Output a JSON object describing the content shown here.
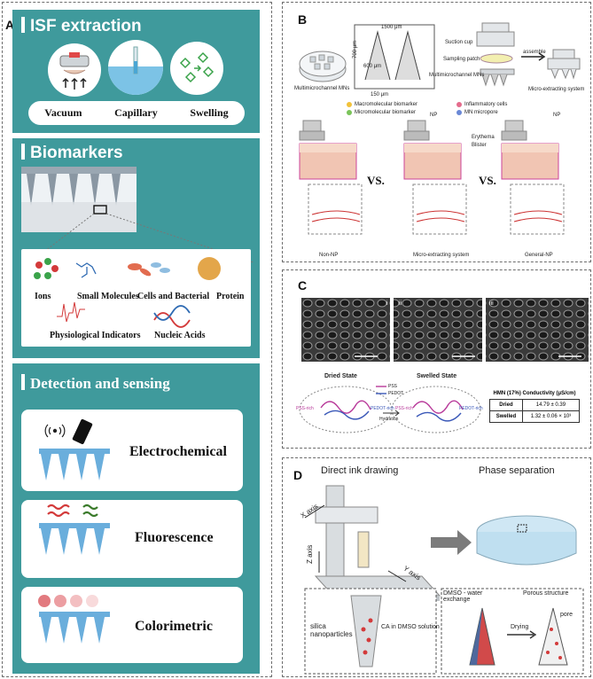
{
  "panelA": {
    "letter": "A",
    "isf": {
      "title": "ISF extraction",
      "methods": [
        "Vacuum",
        "Capillary",
        "Swelling"
      ]
    },
    "biomarkers": {
      "title": "Biomarkers",
      "items": [
        "Ions",
        "Small Molecules",
        "Cells and Bacterial",
        "Protein",
        "Physiological Indicators",
        "Nucleic Acids"
      ]
    },
    "detection": {
      "title": "Detection and sensing",
      "methods": [
        "Electrochemical",
        "Fluorescence",
        "Colorimetric"
      ]
    }
  },
  "panelB": {
    "letter": "B",
    "dims": [
      "1500 μm",
      "700 μm",
      "600 μm",
      "150 μm"
    ],
    "labels": {
      "mn": "Multimicrochannel MNs",
      "suction": "Suction cup",
      "patch": "Sampling patch",
      "mn2": "Multimicrochannel MNs",
      "assemble": "assemble",
      "system": "Micro-extracting system"
    },
    "legend": [
      "Macromolecular biomarker",
      "Micromolecular biomarker",
      "Inflammatory cells",
      "MN micropore",
      "Erythema",
      "Blister"
    ],
    "np": "NP",
    "vs": "VS.",
    "captions": [
      "Non-NP",
      "Micro-extracting system",
      "General-NP"
    ]
  },
  "panelC": {
    "letter": "C",
    "sem": [
      "i",
      "ii",
      "iii"
    ],
    "states": [
      "Dried State",
      "Swelled State"
    ],
    "mol": [
      "PSS",
      "PEDOT"
    ],
    "chain": [
      "PSS-rich",
      "PEDOT-rich",
      "PSS-rich",
      "PEDOT-rich"
    ],
    "hydration": "Hydration",
    "table": {
      "header": "HMN (17%) Conductivity (μS/cm)",
      "rows": [
        [
          "Dried",
          "14.79 ± 0.39"
        ],
        [
          "Swelled",
          "1.32 ± 0.06 × 10³"
        ]
      ]
    }
  },
  "panelD": {
    "letter": "D",
    "left": "Direct ink drawing",
    "right": "Phase separation",
    "axes": [
      "X axis",
      "Z axis",
      "Y axis"
    ],
    "labels": [
      "silica nanoparticles",
      "CA in DMSO solution",
      "DMSO - water exchange",
      "Porous structure",
      "Drying",
      "pore"
    ]
  },
  "colors": {
    "teal": "#3f9a9c",
    "red": "#d33a3a",
    "green": "#3aa34a"
  }
}
